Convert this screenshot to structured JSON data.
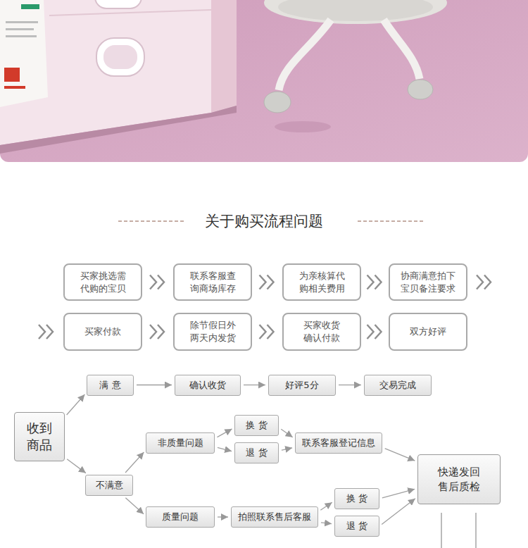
{
  "diagram": {
    "title": "关于购买流程问题",
    "nodes": [
      {
        "text": [
          "买家挑选需代购的宝贝"
        ]
      },
      {
        "text": [
          "联系客服查询商场库存"
        ]
      },
      {
        "text": [
          "为亲核算代购相关费用"
        ]
      },
      {
        "text": [
          "协商满意拍下宝贝备注要求"
        ]
      },
      {
        "text": [
          "买家付款"
        ]
      },
      {
        "text": [
          "除节假日外两天内发货"
        ]
      },
      {
        "text": [
          "买家收货确认付款"
        ]
      },
      {
        "text": [
          "双方好评"
        ]
      },
      {
        "text": [
          "收到商品"
        ]
      },
      {
        "text": [
          "满 意"
        ]
      },
      {
        "text": [
          "确认收货"
        ]
      },
      {
        "text": [
          "好评5分"
        ]
      },
      {
        "text": [
          "交易完成"
        ]
      },
      {
        "text": [
          "不满意"
        ]
      },
      {
        "text": [
          "非质量问题"
        ]
      },
      {
        "text": [
          "换 货"
        ]
      },
      {
        "text": [
          "退 货"
        ]
      },
      {
        "text": [
          "联系客服登记信息"
        ]
      },
      {
        "text": [
          "质量问题"
        ]
      },
      {
        "text": [
          "拍照联系售后客服"
        ]
      },
      {
        "text": [
          "换 货"
        ]
      },
      {
        "text": [
          "退 货"
        ]
      },
      {
        "text": [
          "快递发回售后质检"
        ]
      }
    ],
    "edges": [
      {
        "from": 0,
        "to": 1,
        "arrow": "to"
      },
      {
        "from": 1,
        "to": 2,
        "arrow": "to"
      },
      {
        "from": 2,
        "to": 3,
        "arrow": "to"
      },
      {
        "from": 3,
        "to": 4,
        "arrow": "to"
      },
      {
        "from": 4,
        "to": 5,
        "arrow": "to"
      },
      {
        "from": 5,
        "to": 6,
        "arrow": "to"
      },
      {
        "from": 6,
        "to": 7,
        "arrow": "to"
      },
      {
        "from": 8,
        "to": 9,
        "arrow": "to"
      },
      {
        "from": 9,
        "to": 10,
        "arrow": "to"
      },
      {
        "from": 10,
        "to": 11,
        "arrow": "to"
      },
      {
        "from": 11,
        "to": 12,
        "arrow": "to"
      },
      {
        "from": 8,
        "to": 13,
        "arrow": "to"
      },
      {
        "from": 13,
        "to": 14,
        "arrow": "to"
      },
      {
        "from": 13,
        "to": 18,
        "arrow": "to"
      },
      {
        "from": 14,
        "to": 15,
        "arrow": "to"
      },
      {
        "from": 14,
        "to": 16,
        "arrow": "to"
      },
      {
        "from": 15,
        "to": 17,
        "arrow": "to"
      },
      {
        "from": 16,
        "to": 17,
        "arrow": "to"
      },
      {
        "from": 17,
        "to": 22,
        "arrow": "to"
      },
      {
        "from": 18,
        "to": 19,
        "arrow": "to"
      },
      {
        "from": 19,
        "to": 20,
        "arrow": "to"
      },
      {
        "from": 19,
        "to": 21,
        "arrow": "to"
      },
      {
        "from": 20,
        "to": 22,
        "arrow": "to"
      },
      {
        "from": 21,
        "to": 22,
        "arrow": "to"
      }
    ]
  }
}
